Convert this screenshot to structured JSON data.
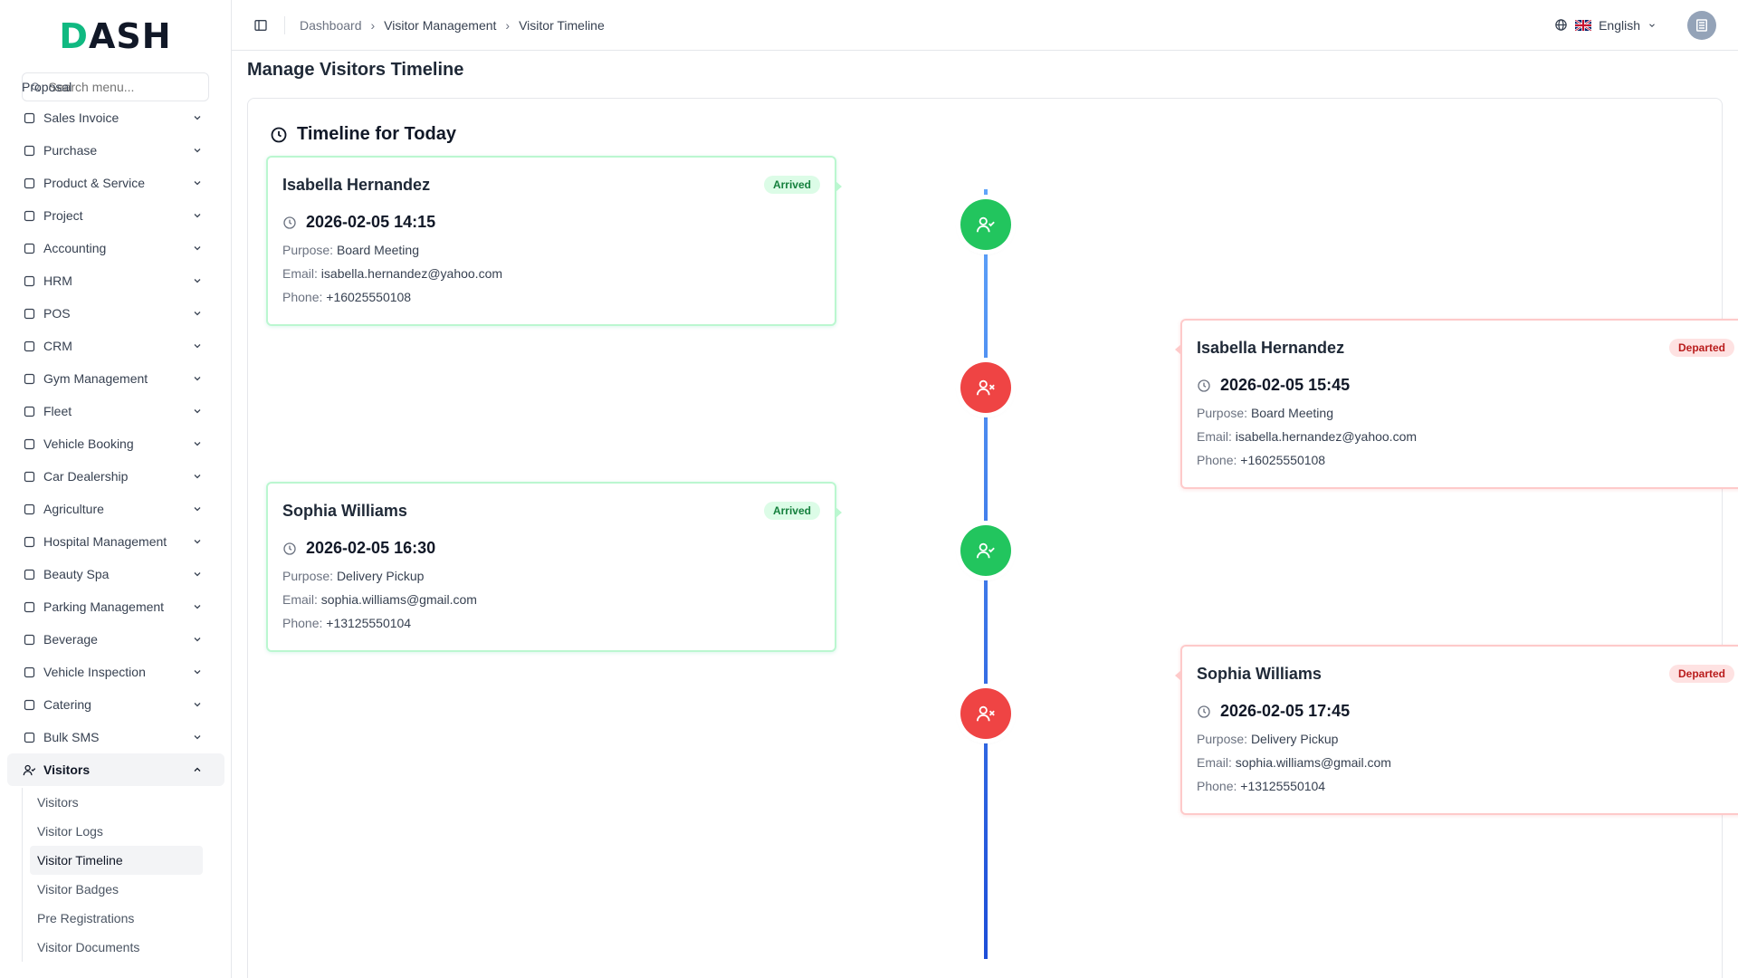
{
  "brand": {
    "logo_text": "DASH"
  },
  "sidebar": {
    "search_placeholder": "Search menu...",
    "partial_item": "Proposal",
    "items": [
      {
        "label": "Sales Invoice",
        "icon": "receipt-icon"
      },
      {
        "label": "Purchase",
        "icon": "cart-icon"
      },
      {
        "label": "Product & Service",
        "icon": "layers-icon"
      },
      {
        "label": "Project",
        "icon": "folder-icon"
      },
      {
        "label": "Accounting",
        "icon": "calculator-icon"
      },
      {
        "label": "HRM",
        "icon": "users-icon"
      },
      {
        "label": "POS",
        "icon": "store-icon"
      },
      {
        "label": "CRM",
        "icon": "contact-icon"
      },
      {
        "label": "Gym Management",
        "icon": "dumbbell-icon"
      },
      {
        "label": "Fleet",
        "icon": "bus-icon"
      },
      {
        "label": "Vehicle Booking",
        "icon": "ticket-icon"
      },
      {
        "label": "Car Dealership",
        "icon": "car-icon"
      },
      {
        "label": "Agriculture",
        "icon": "tractor-icon"
      },
      {
        "label": "Hospital Management",
        "icon": "stethoscope-icon"
      },
      {
        "label": "Beauty Spa",
        "icon": "scissors-icon"
      },
      {
        "label": "Parking Management",
        "icon": "grid-icon"
      },
      {
        "label": "Beverage",
        "icon": "cup-icon"
      },
      {
        "label": "Vehicle Inspection",
        "icon": "car-check-icon"
      },
      {
        "label": "Catering",
        "icon": "coffee-icon"
      },
      {
        "label": "Bulk SMS",
        "icon": "message-icon"
      }
    ],
    "active_group": {
      "label": "Visitors",
      "icon": "user-check-icon"
    },
    "sub_items": [
      "Visitors",
      "Visitor Logs",
      "Visitor Timeline",
      "Visitor Badges",
      "Pre Registrations",
      "Visitor Documents"
    ],
    "active_sub_index": 2
  },
  "header": {
    "breadcrumb": [
      "Dashboard",
      "Visitor Management",
      "Visitor Timeline"
    ],
    "language": "English"
  },
  "page": {
    "title": "Manage Visitors Timeline",
    "card_title": "Timeline for Today"
  },
  "labels": {
    "purpose": "Purpose:",
    "email": "Email:",
    "phone": "Phone:"
  },
  "timeline": [
    {
      "name": "Isabella Hernandez",
      "status": "Arrived",
      "time": "2026-02-05 14:15",
      "purpose": "Board Meeting",
      "email": "isabella.hernandez@yahoo.com",
      "phone": "+16025550108"
    },
    {
      "name": "Isabella Hernandez",
      "status": "Departed",
      "time": "2026-02-05 15:45",
      "purpose": "Board Meeting",
      "email": "isabella.hernandez@yahoo.com",
      "phone": "+16025550108"
    },
    {
      "name": "Sophia Williams",
      "status": "Arrived",
      "time": "2026-02-05 16:30",
      "purpose": "Delivery Pickup",
      "email": "sophia.williams@gmail.com",
      "phone": "+13125550104"
    },
    {
      "name": "Sophia Williams",
      "status": "Departed",
      "time": "2026-02-05 17:45",
      "purpose": "Delivery Pickup",
      "email": "sophia.williams@gmail.com",
      "phone": "+13125550104"
    }
  ],
  "colors": {
    "accent": "#10b981",
    "arrived": "#22c55e",
    "departed": "#ef4444",
    "line_top": "#60a5fa",
    "line_bottom": "#1d4ed8"
  }
}
